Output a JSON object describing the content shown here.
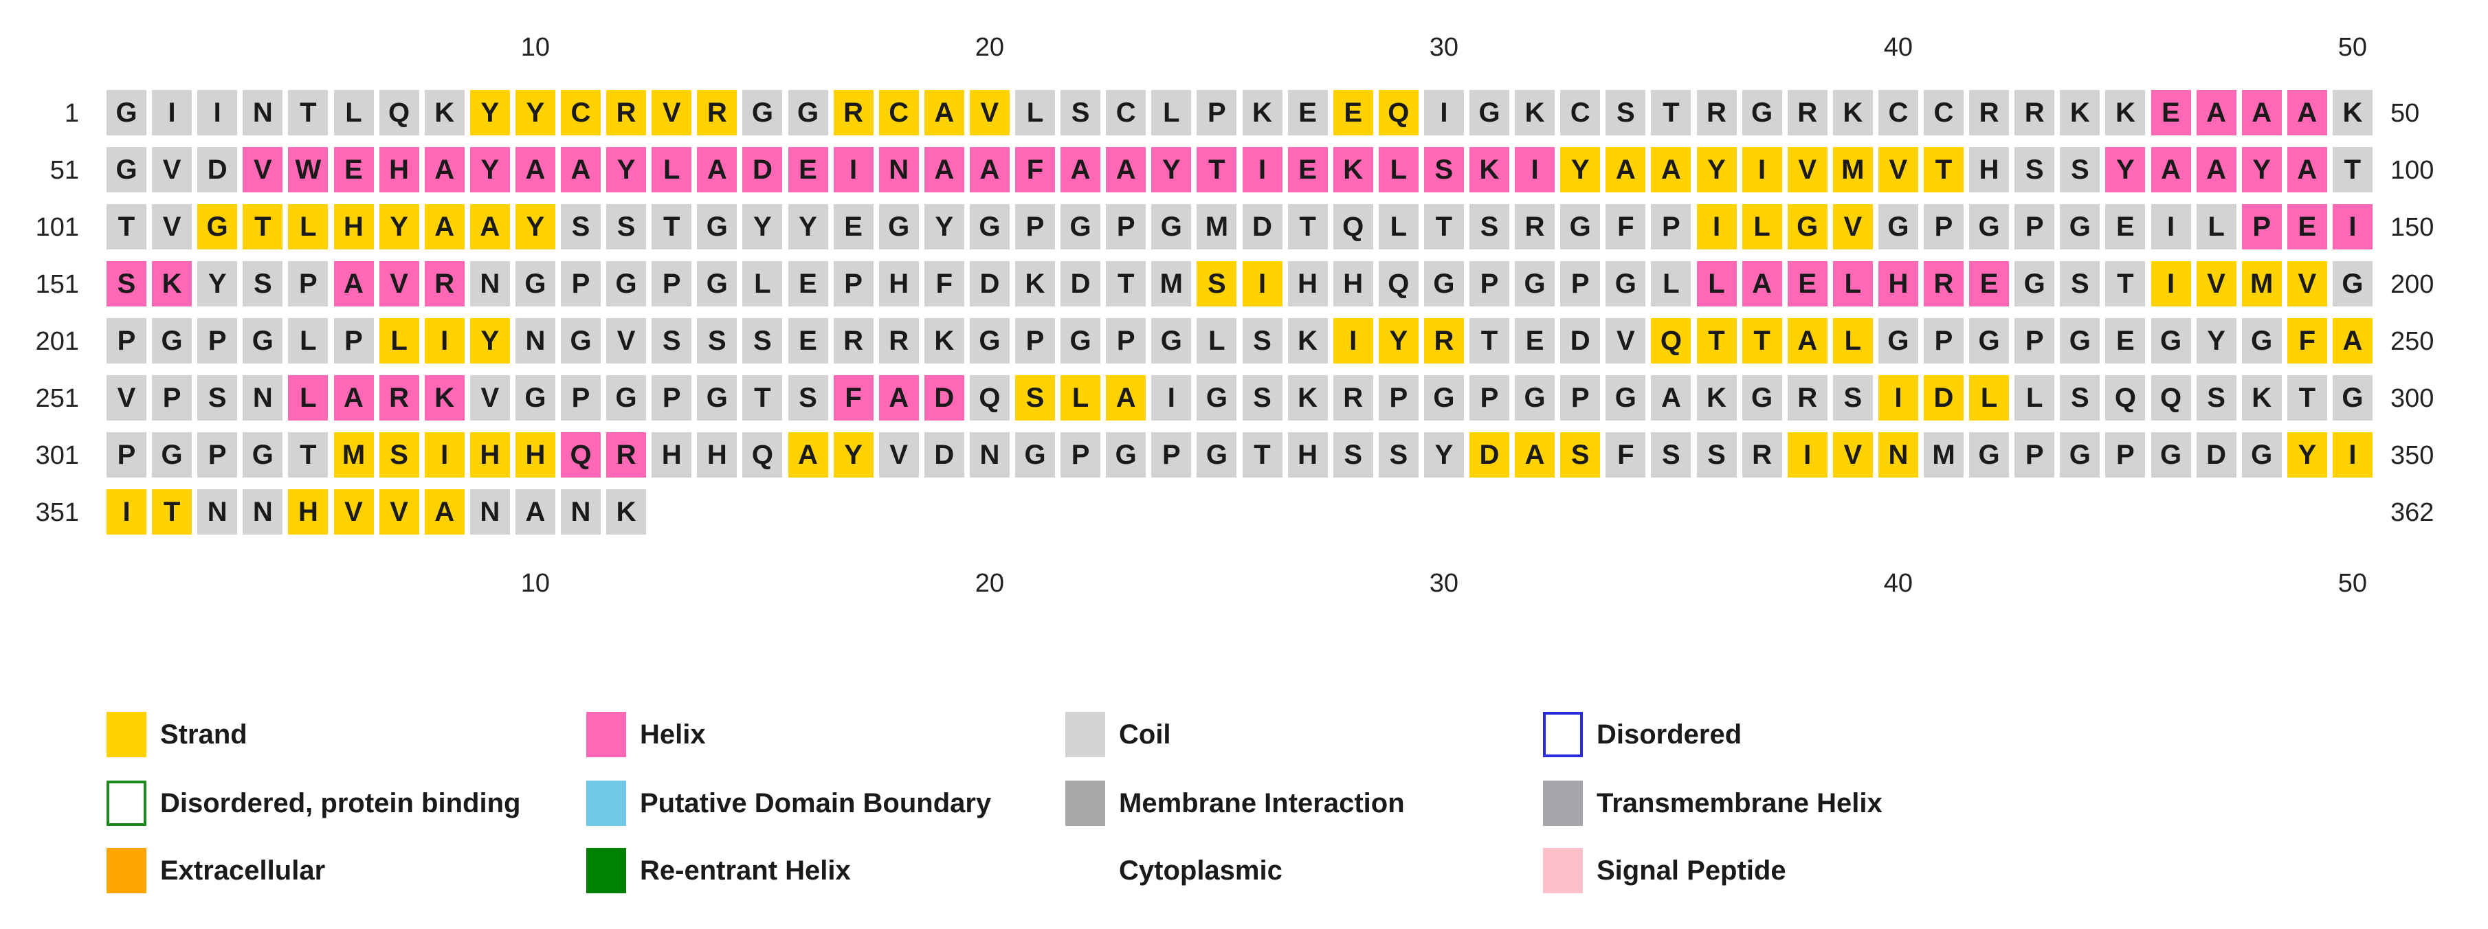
{
  "column_ticks": [
    "10",
    "20",
    "30",
    "40",
    "50"
  ],
  "rows": [
    {
      "start": "1",
      "end": "50",
      "seq": "GIINTLQKYYCRVRGGRCAVLSCLPKEEQIGKCSTRGRKCCRRKKEAAAK",
      "ss": "CCCCCCCCEEEEEEGGEEEECCCCCCCEECCCCCCCCCCCCCCCCHHHHC"
    },
    {
      "start": "51",
      "end": "100",
      "seq": "GVDVWEHAYAAYLADEINAAFAAYTIEKLSKIYAAYIVMVTHSSYAAYAT",
      "ss": "CCCHHHHHHHHHHHHHHHHHHHHHHHHHHHHHEEEEEEEEECCCHHHHHC"
    },
    {
      "start": "101",
      "end": "150",
      "seq": "TVGTLHYAAYSSTGYYEGYGPGPGMDTQLTSRGFPILGVGPGPGEILPEI",
      "ss": "CCEEEEEEEECCCCCCCCCCCCCCCCCCCCCCCCCEEEECCCCCCCCHHH"
    },
    {
      "start": "151",
      "end": "200",
      "seq": "SKYSPAVRNGPGPGLEPHFDKDTMSIHHQGPGPGLLAELHREGSTIVMVG",
      "ss": "HHCCCHHHCCCCCCCCCCCCCCCCEECCCCCCCCCHHHHHHHCCCEEEEC"
    },
    {
      "start": "201",
      "end": "250",
      "seq": "PGPGLPLIYNGVSSSERRKGPGPGLSKIYRTEDVQTTALGPGPGEGYGFA",
      "ss": "CCCCCCEEECCCCCCCCCCCCCCCCCCEEECCCCEEEEECCCCCCCCCEE"
    },
    {
      "start": "251",
      "end": "300",
      "seq": "VPSNLARKVGPGPGTSFADQSLAIGSKRPGPGPGAKGRSIDLLSQQSKTG",
      "ss": "CCCCHHHHCCCCCCCCHHHCEEECCCCCCCCCCCCCCCCEEECCCCCCCC"
    },
    {
      "start": "301",
      "end": "350",
      "seq": "PGPGTMSIHHQRHHQAYVDNGPGPGTHSSYDASFSSRIVNMGPGPGDGYI",
      "ss": "CCCCCEEEEEHHCCCEECCCCCCCCCCCCCEEECCCCEEECCCCCCCCEE"
    },
    {
      "start": "351",
      "end": "362",
      "seq": "ITNNHVVANANK",
      "ss": "EECCEEEECCCC"
    }
  ],
  "legend": [
    {
      "label": "Strand",
      "swatch": "#ffd200",
      "outline": ""
    },
    {
      "label": "Helix",
      "swatch": "#ff68b4",
      "outline": ""
    },
    {
      "label": "Coil",
      "swatch": "#d3d3d3",
      "outline": ""
    },
    {
      "label": "Disordered",
      "swatch": "#ffffff",
      "outline": "#2b2bde"
    },
    {
      "label": "Disordered, protein binding",
      "swatch": "#ffffff",
      "outline": "#1e8a1e"
    },
    {
      "label": "Putative Domain Boundary",
      "swatch": "#6ec8e6",
      "outline": ""
    },
    {
      "label": "Membrane Interaction",
      "swatch": "#a8a8a8",
      "outline": ""
    },
    {
      "label": "Transmembrane Helix",
      "swatch": "#a8a6ab",
      "outline": ""
    },
    {
      "label": "Extracellular",
      "swatch": "#ffa500",
      "outline": ""
    },
    {
      "label": "Re-entrant Helix",
      "swatch": "#008000",
      "outline": ""
    },
    {
      "label": "Cytoplasmic",
      "swatch": "#ffffff",
      "outline": ""
    },
    {
      "label": "Signal Peptide",
      "swatch": "#ffc0cb",
      "outline": ""
    }
  ]
}
